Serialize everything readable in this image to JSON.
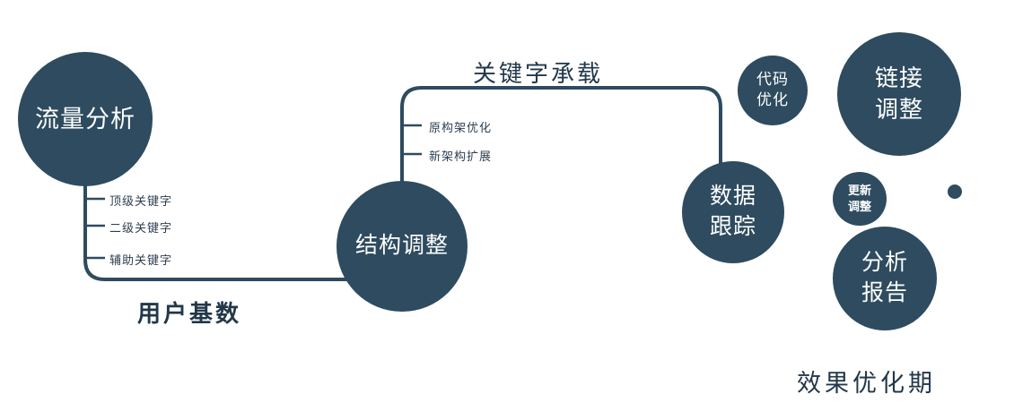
{
  "diagram": {
    "background": "#ffffff",
    "colors": {
      "primary": "#2e4b5f",
      "label_dark": "#22374a",
      "node_text": "#ffffff"
    },
    "nodes": {
      "traffic": {
        "label": "流量分析"
      },
      "structure": {
        "label": "结构调整"
      },
      "data_tracking": {
        "lines": [
          "数据",
          "跟踪"
        ]
      },
      "code_opt": {
        "lines": [
          "代码",
          "优化"
        ]
      },
      "link_adjust": {
        "lines": [
          "链接",
          "调整"
        ]
      },
      "update_adjust": {
        "lines": [
          "更新",
          "调整"
        ]
      },
      "analysis_report": {
        "lines": [
          "分析",
          "报告"
        ]
      }
    },
    "branch_labels": {
      "traffic": [
        "顶级关键字",
        "二级关键字",
        "辅助关键字"
      ],
      "structure": [
        "原构架优化",
        "新架构扩展"
      ]
    },
    "edge_labels": {
      "user_base": "用户基数",
      "keyword_carry": "关键字承载"
    },
    "caption": "效果优化期"
  }
}
